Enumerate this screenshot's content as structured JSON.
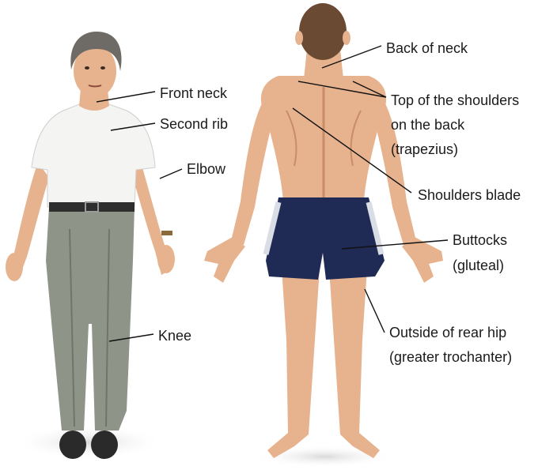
{
  "figure": {
    "labels": {
      "front_neck": "Front neck",
      "second_rib": "Second rib",
      "elbow": "Elbow",
      "knee": "Knee",
      "back_of_neck": "Back of neck",
      "top_shoulders_line1": "Top of the shoulders",
      "top_shoulders_line2": "on the back",
      "top_shoulders_line3": "(trapezius)",
      "shoulders_blade": "Shoulders blade",
      "buttocks_line1": "Buttocks",
      "buttocks_line2": "(gluteal)",
      "rear_hip_line1": "Outside of rear hip",
      "rear_hip_line2": "(greater trochanter)"
    },
    "colors": {
      "skin": "#e7b38e",
      "skin_shade": "#c98d66",
      "shirt": "#f4f4f2",
      "trousers": "#8e9488",
      "hair_woman": "#6e6a66",
      "hair_man": "#6b4a33",
      "shorts": "#1f2a55",
      "shoes": "#2a2a2a"
    }
  }
}
